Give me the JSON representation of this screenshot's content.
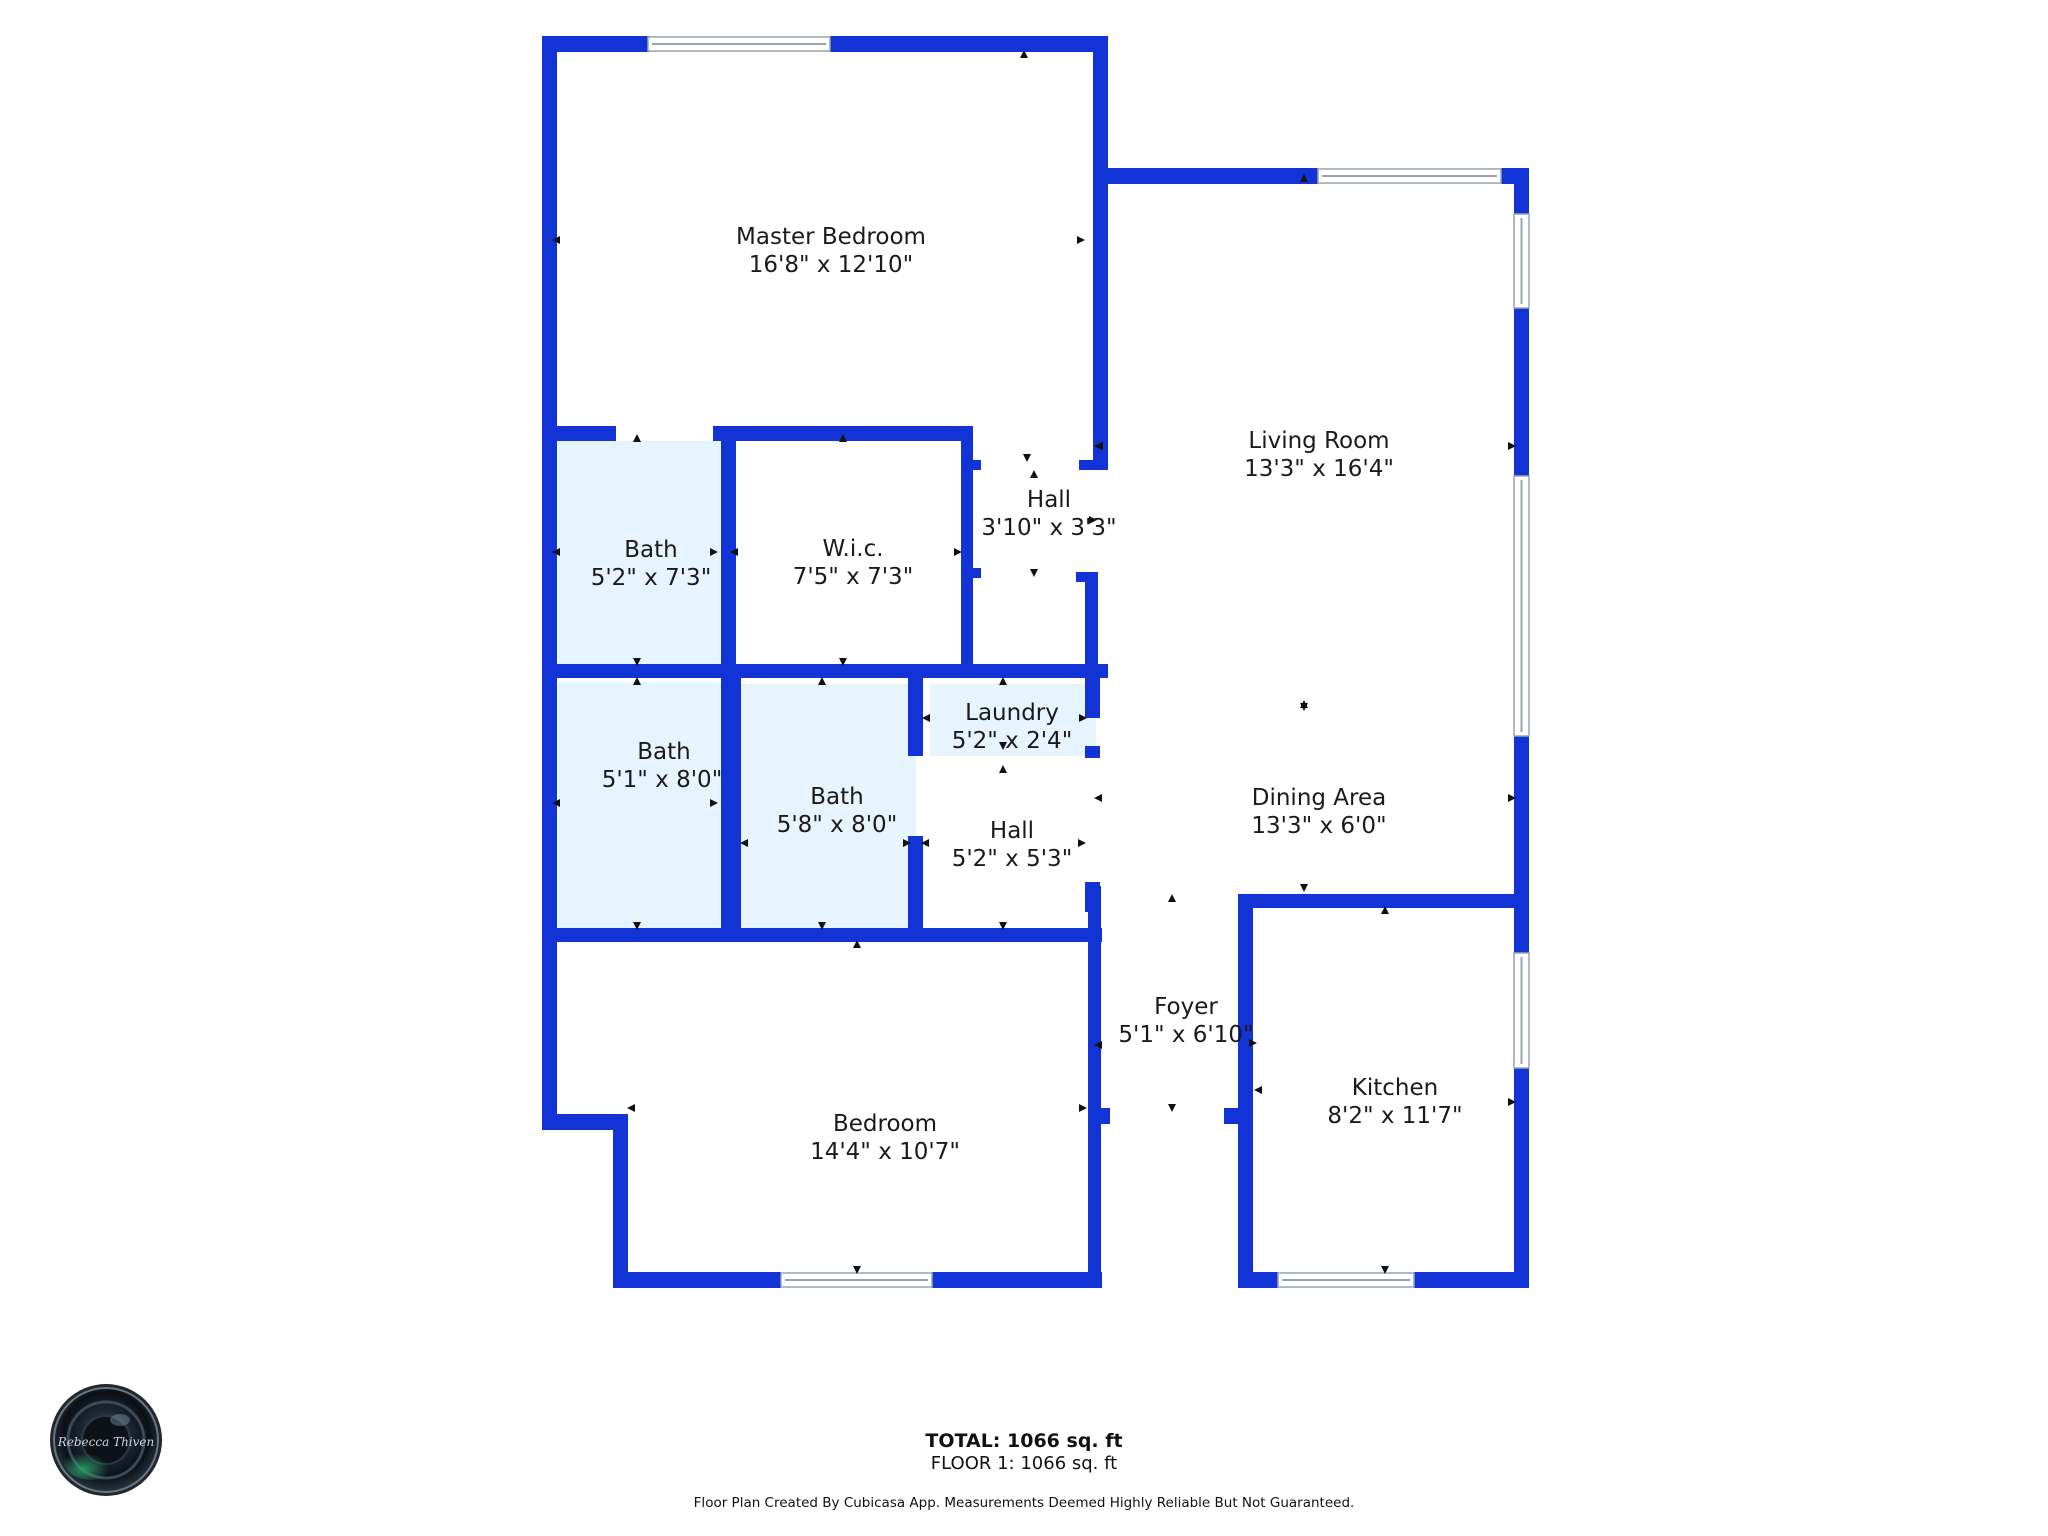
{
  "colors": {
    "wall": "#1234d6",
    "bath_fill": "#e6f5fd",
    "window": "#9aa4ae",
    "text": "#1a1a1a"
  },
  "rooms": [
    {
      "id": "master-bedroom",
      "name": "Master Bedroom",
      "size": "16'8\" x 12'10\""
    },
    {
      "id": "living-room",
      "name": "Living Room",
      "size": "13'3\" x 16'4\""
    },
    {
      "id": "hall-upper",
      "name": "Hall",
      "size": "3'10\" x 3'3\""
    },
    {
      "id": "bath-upper",
      "name": "Bath",
      "size": "5'2\" x 7'3\""
    },
    {
      "id": "wic",
      "name": "W.i.c.",
      "size": "7'5\" x 7'3\""
    },
    {
      "id": "laundry",
      "name": "Laundry",
      "size": "5'2\" x 2'4\""
    },
    {
      "id": "bath-left",
      "name": "Bath",
      "size": "5'1\" x 8'0\""
    },
    {
      "id": "bath-middle",
      "name": "Bath",
      "size": "5'8\" x 8'0\""
    },
    {
      "id": "hall-lower",
      "name": "Hall",
      "size": "5'2\" x 5'3\""
    },
    {
      "id": "dining-area",
      "name": "Dining Area",
      "size": "13'3\" x 6'0\""
    },
    {
      "id": "foyer",
      "name": "Foyer",
      "size": "5'1\" x 6'10\""
    },
    {
      "id": "kitchen",
      "name": "Kitchen",
      "size": "8'2\" x 11'7\""
    },
    {
      "id": "bedroom",
      "name": "Bedroom",
      "size": "14'4\" x 10'7\""
    }
  ],
  "footer": {
    "total": "TOTAL: 1066 sq. ft",
    "floor": "FLOOR 1: 1066 sq. ft",
    "disclaimer": "Floor Plan Created By Cubicasa App. Measurements Deemed Highly Reliable But Not Guaranteed."
  },
  "logo": {
    "signature": "Rebecca Thiven"
  }
}
